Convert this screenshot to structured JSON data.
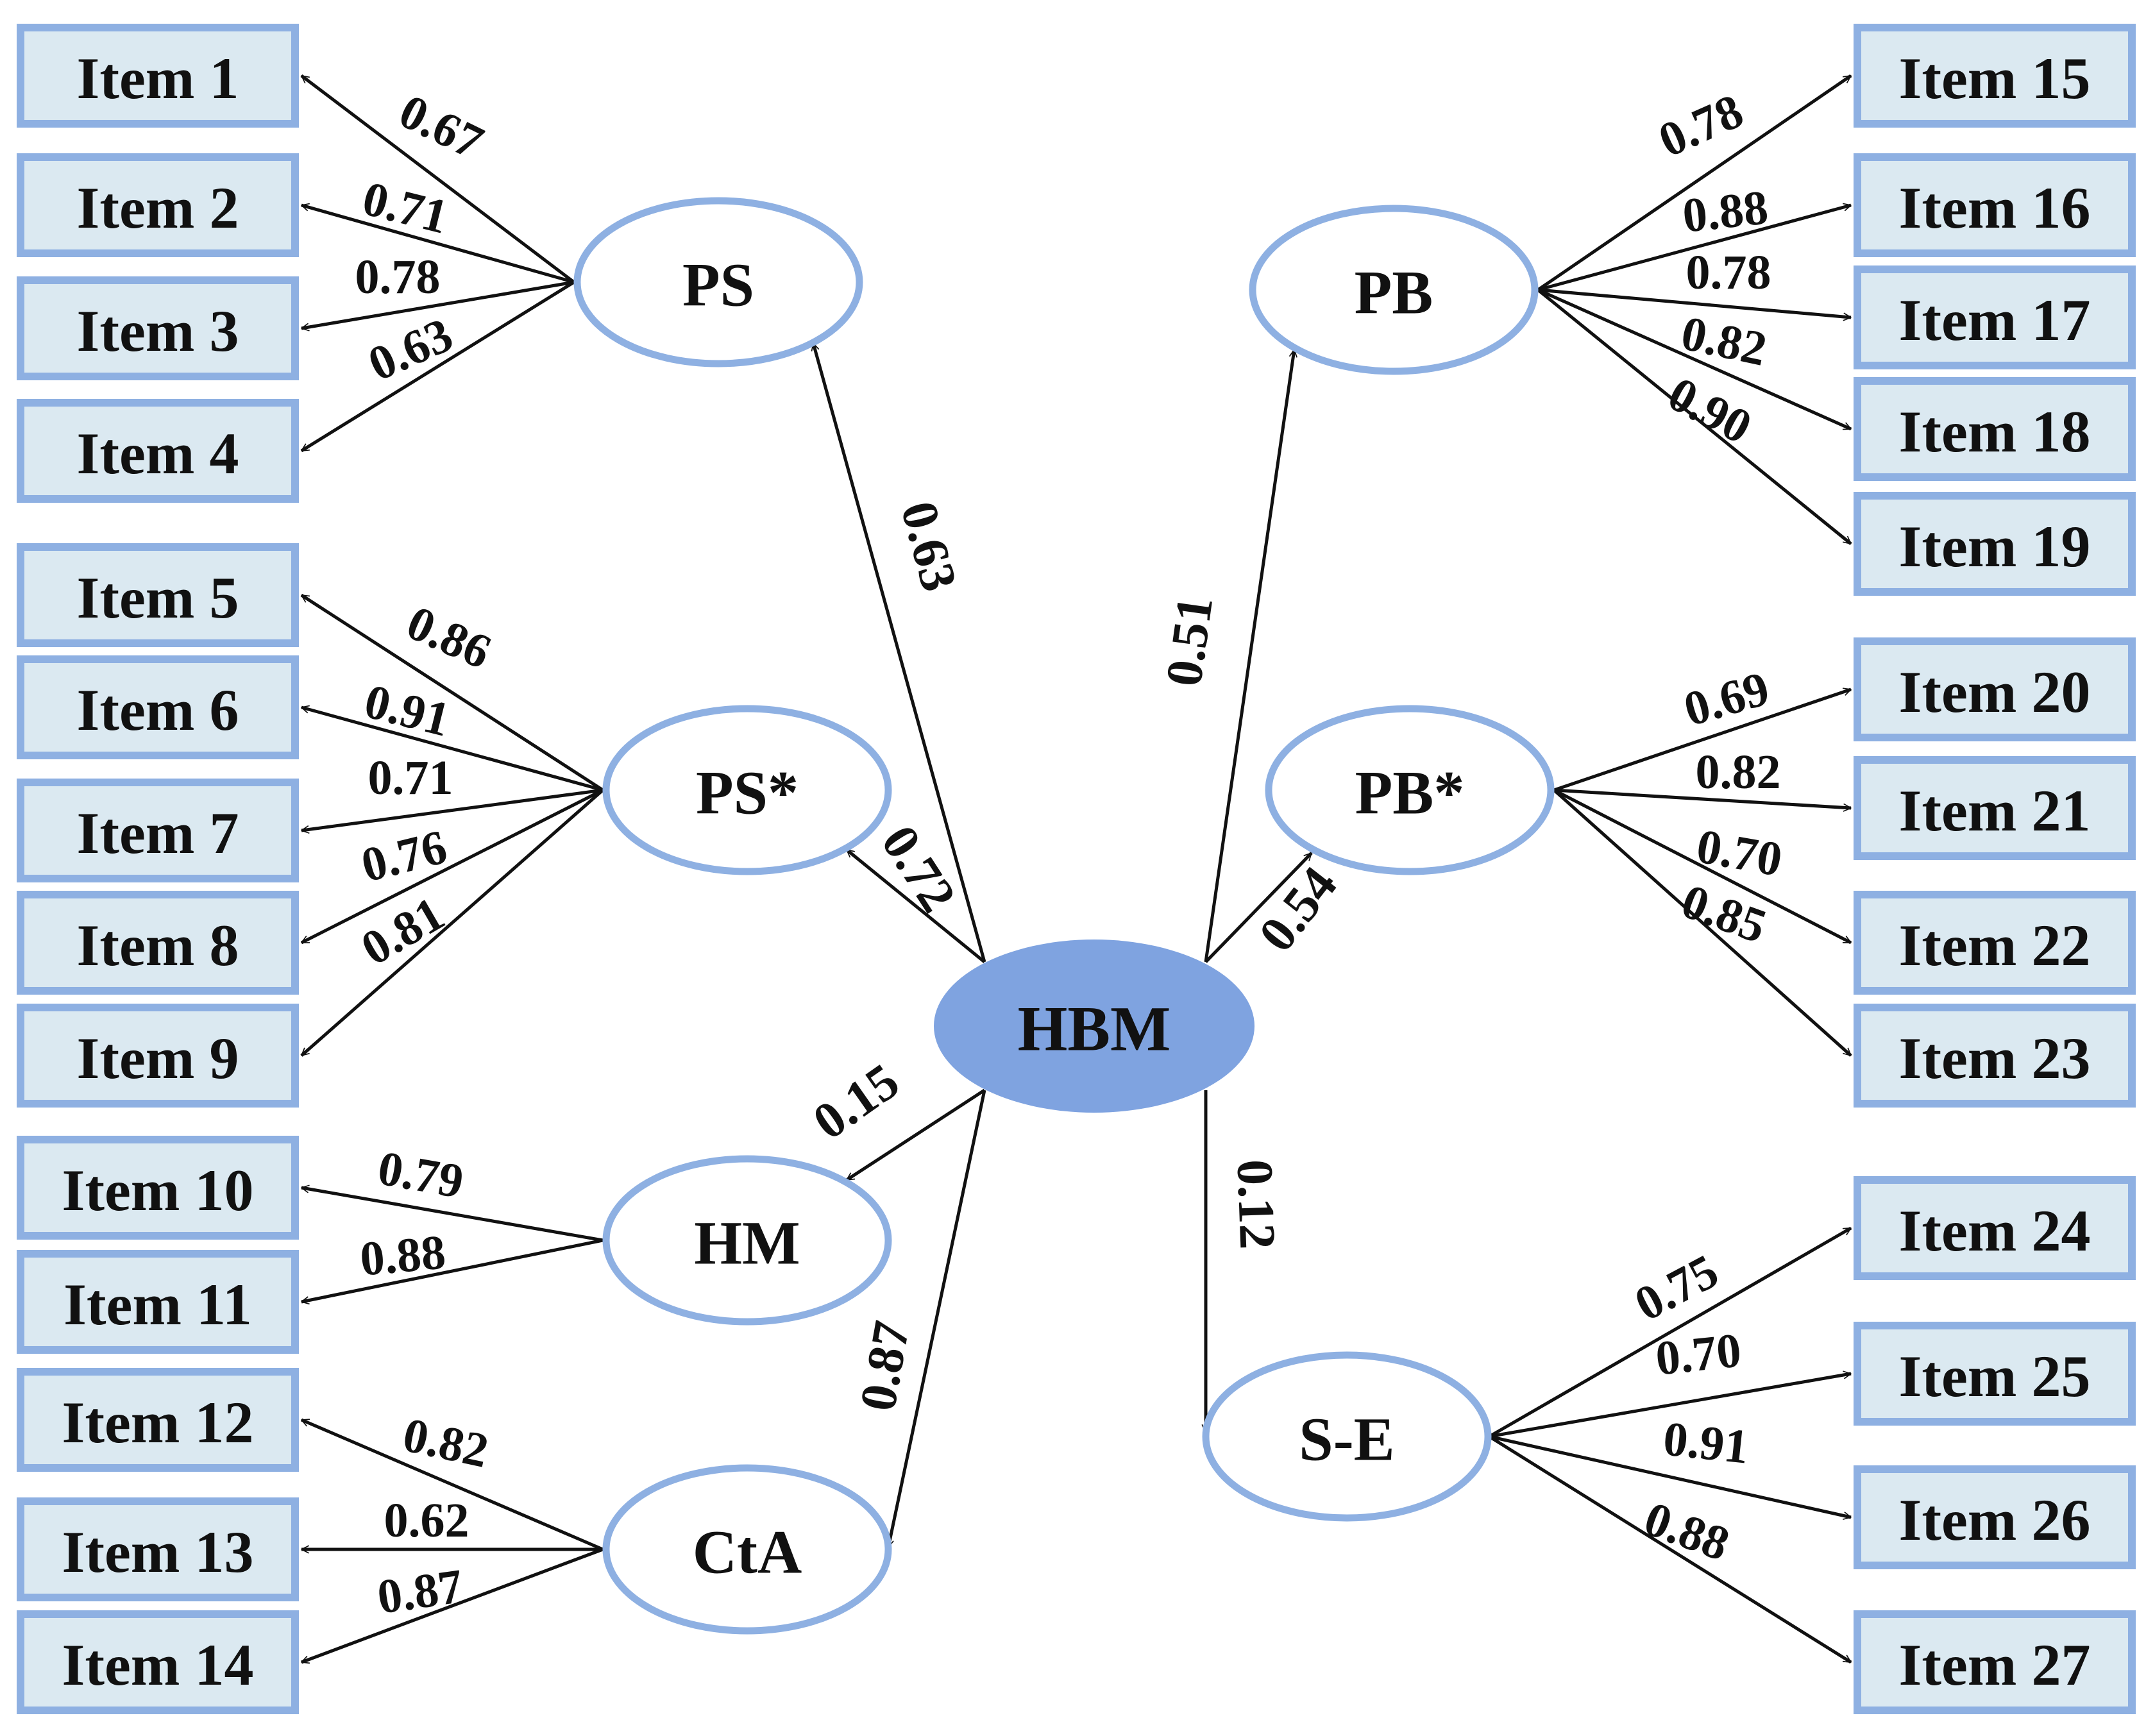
{
  "diagram": {
    "hub": {
      "id": "HBM",
      "label": "HBM"
    },
    "factors": [
      {
        "id": "PS",
        "label": "PS"
      },
      {
        "id": "PSs",
        "label": "PS*"
      },
      {
        "id": "HM",
        "label": "HM"
      },
      {
        "id": "CtA",
        "label": "CtA"
      },
      {
        "id": "PB",
        "label": "PB"
      },
      {
        "id": "PBs",
        "label": "PB*"
      },
      {
        "id": "SE",
        "label": "S-E"
      }
    ],
    "items": [
      "Item 1",
      "Item 2",
      "Item 3",
      "Item 4",
      "Item 5",
      "Item 6",
      "Item 7",
      "Item 8",
      "Item 9",
      "Item 10",
      "Item 11",
      "Item 12",
      "Item 13",
      "Item 14",
      "Item 15",
      "Item 16",
      "Item 17",
      "Item 18",
      "Item 19",
      "Item 20",
      "Item 21",
      "Item 22",
      "Item 23",
      "Item 24",
      "Item 25",
      "Item 26",
      "Item 27"
    ],
    "structural_paths": [
      {
        "factor": "PS",
        "coef": "0.63"
      },
      {
        "factor": "PSs",
        "coef": "0.72"
      },
      {
        "factor": "HM",
        "coef": "0.15"
      },
      {
        "factor": "CtA",
        "coef": "0.87"
      },
      {
        "factor": "PB",
        "coef": "0.51"
      },
      {
        "factor": "PBs",
        "coef": "0.54"
      },
      {
        "factor": "SE",
        "coef": "0.12"
      }
    ],
    "loadings": [
      {
        "factor": "PS",
        "item": 1,
        "value": "0.67"
      },
      {
        "factor": "PS",
        "item": 2,
        "value": "0.71"
      },
      {
        "factor": "PS",
        "item": 3,
        "value": "0.78"
      },
      {
        "factor": "PS",
        "item": 4,
        "value": "0.63"
      },
      {
        "factor": "PSs",
        "item": 5,
        "value": "0.86"
      },
      {
        "factor": "PSs",
        "item": 6,
        "value": "0.91"
      },
      {
        "factor": "PSs",
        "item": 7,
        "value": "0.71"
      },
      {
        "factor": "PSs",
        "item": 8,
        "value": "0.76"
      },
      {
        "factor": "PSs",
        "item": 9,
        "value": "0.81"
      },
      {
        "factor": "HM",
        "item": 10,
        "value": "0.79"
      },
      {
        "factor": "HM",
        "item": 11,
        "value": "0.88"
      },
      {
        "factor": "CtA",
        "item": 12,
        "value": "0.82"
      },
      {
        "factor": "CtA",
        "item": 13,
        "value": "0.62"
      },
      {
        "factor": "CtA",
        "item": 14,
        "value": "0.87"
      },
      {
        "factor": "PB",
        "item": 15,
        "value": "0.78"
      },
      {
        "factor": "PB",
        "item": 16,
        "value": "0.88"
      },
      {
        "factor": "PB",
        "item": 17,
        "value": "0.78"
      },
      {
        "factor": "PB",
        "item": 18,
        "value": "0.82"
      },
      {
        "factor": "PB",
        "item": 19,
        "value": "0.90"
      },
      {
        "factor": "PBs",
        "item": 20,
        "value": "0.69"
      },
      {
        "factor": "PBs",
        "item": 21,
        "value": "0.82"
      },
      {
        "factor": "PBs",
        "item": 22,
        "value": "0.70"
      },
      {
        "factor": "PBs",
        "item": 23,
        "value": "0.85"
      },
      {
        "factor": "SE",
        "item": 24,
        "value": "0.75"
      },
      {
        "factor": "SE",
        "item": 25,
        "value": "0.70"
      },
      {
        "factor": "SE",
        "item": 26,
        "value": "0.91"
      },
      {
        "factor": "SE",
        "item": 27,
        "value": "0.88"
      }
    ],
    "colors": {
      "item_fill": "#dbe9f1",
      "item_border": "#8eb0e2",
      "factor_border": "#8eb0e2",
      "hub_fill": "#7fa3e0",
      "line": "#111111"
    }
  }
}
